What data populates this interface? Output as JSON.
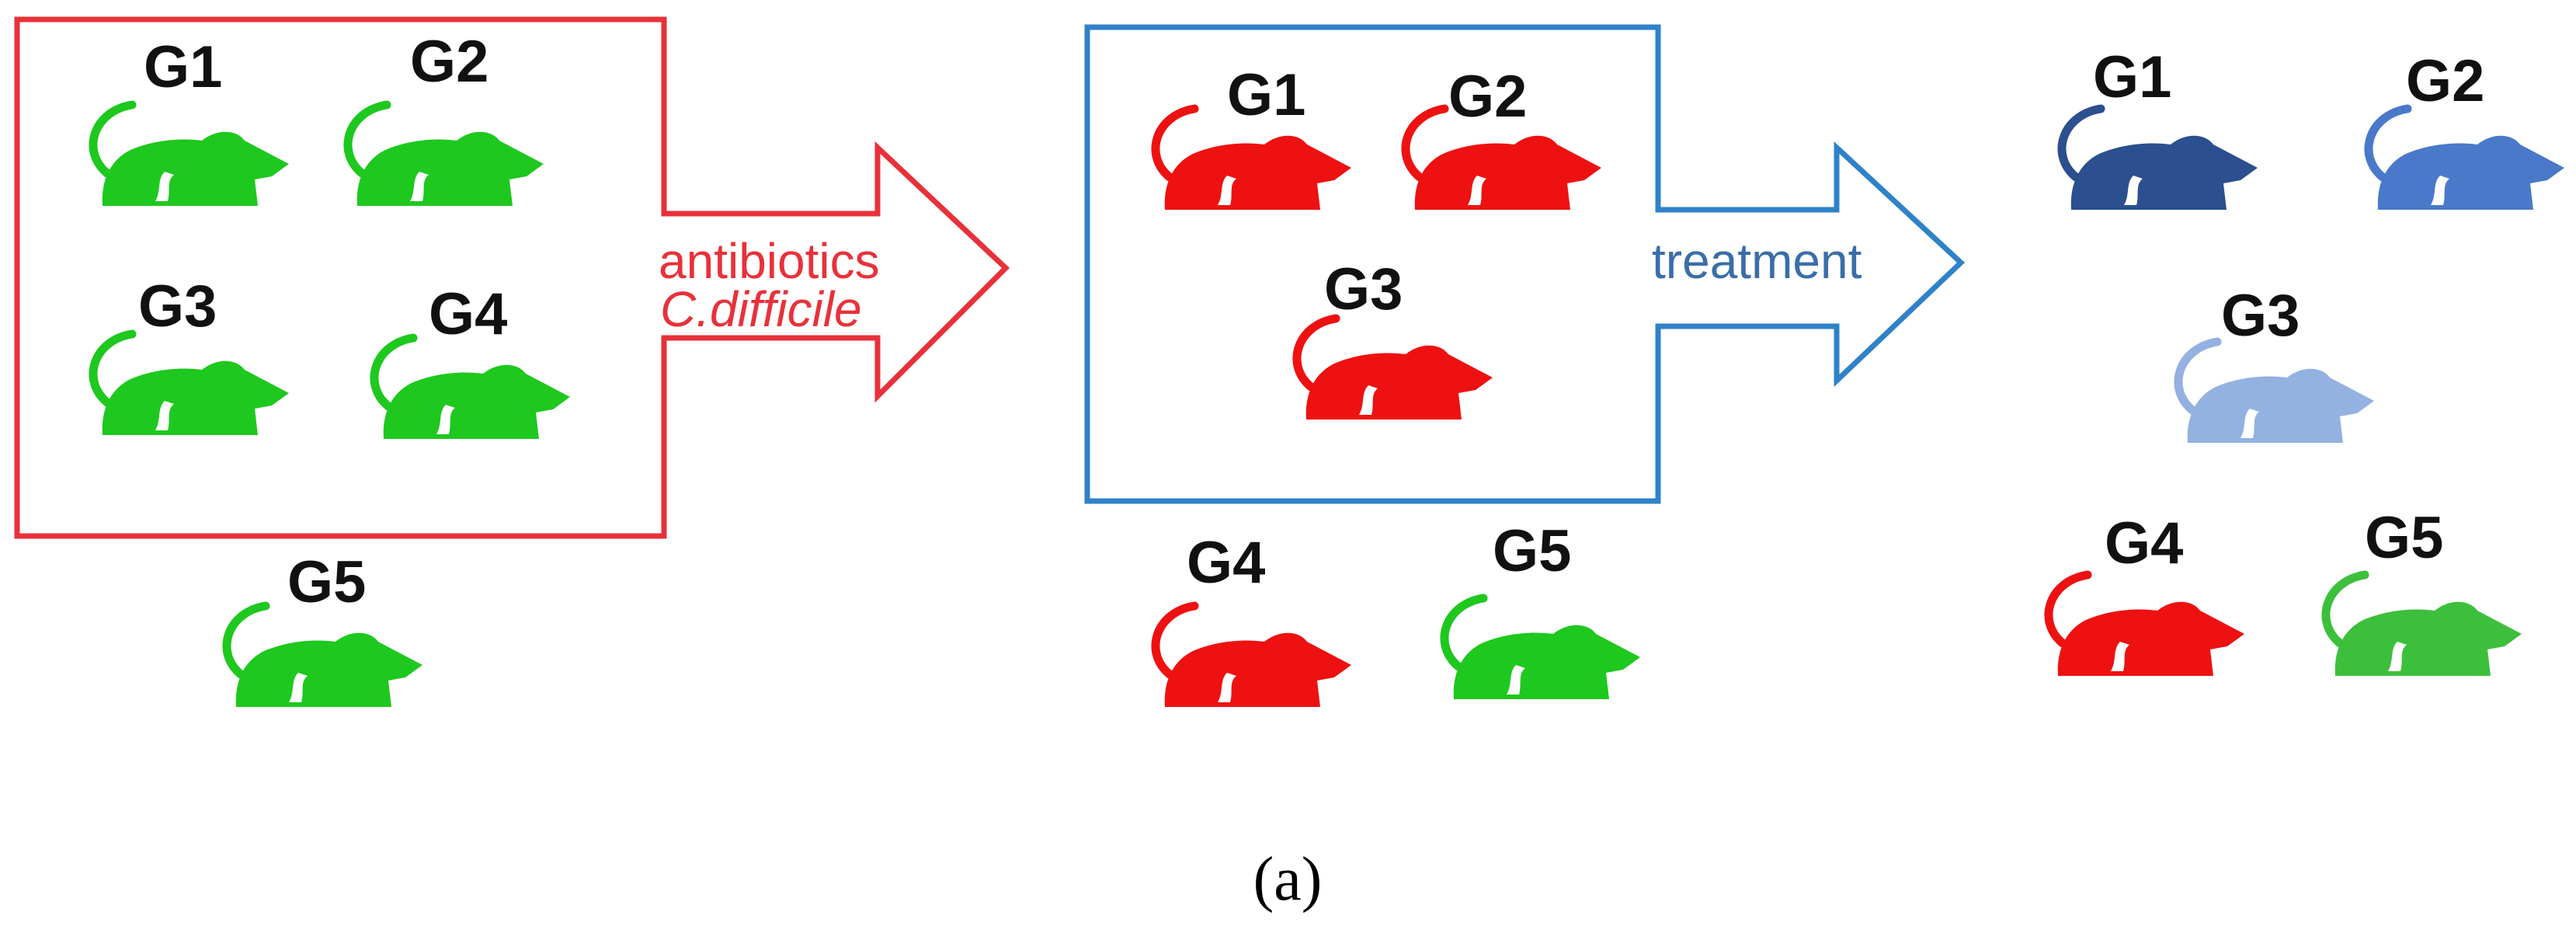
{
  "stage1": {
    "mice": [
      {
        "label": "G1",
        "color": "#1ec81e"
      },
      {
        "label": "G2",
        "color": "#1ec81e"
      },
      {
        "label": "G3",
        "color": "#1ec81e"
      },
      {
        "label": "G4",
        "color": "#1ec81e"
      },
      {
        "label": "G5",
        "color": "#1ec81e"
      }
    ],
    "box_color": "#e8313a",
    "arrow": {
      "line1": "antibiotics",
      "line2": "C.difficile",
      "color": "#e8313a"
    }
  },
  "stage2": {
    "mice": [
      {
        "label": "G1",
        "color": "#ee1111"
      },
      {
        "label": "G2",
        "color": "#ee1111"
      },
      {
        "label": "G3",
        "color": "#ee1111"
      },
      {
        "label": "G4",
        "color": "#ee1111"
      },
      {
        "label": "G5",
        "color": "#1ec81e"
      }
    ],
    "box_color": "#2f82c8",
    "arrow": {
      "line1": "treatment",
      "color": "#2f82c8",
      "text_color": "#3a6ea8"
    }
  },
  "stage3": {
    "mice": [
      {
        "label": "G1",
        "color": "#2b4f8f"
      },
      {
        "label": "G2",
        "color": "#4a79c9"
      },
      {
        "label": "G3",
        "color": "#93b1e1"
      },
      {
        "label": "G4",
        "color": "#ee1111"
      },
      {
        "label": "G5",
        "color": "#3cc03c"
      }
    ]
  },
  "caption": "(a)"
}
